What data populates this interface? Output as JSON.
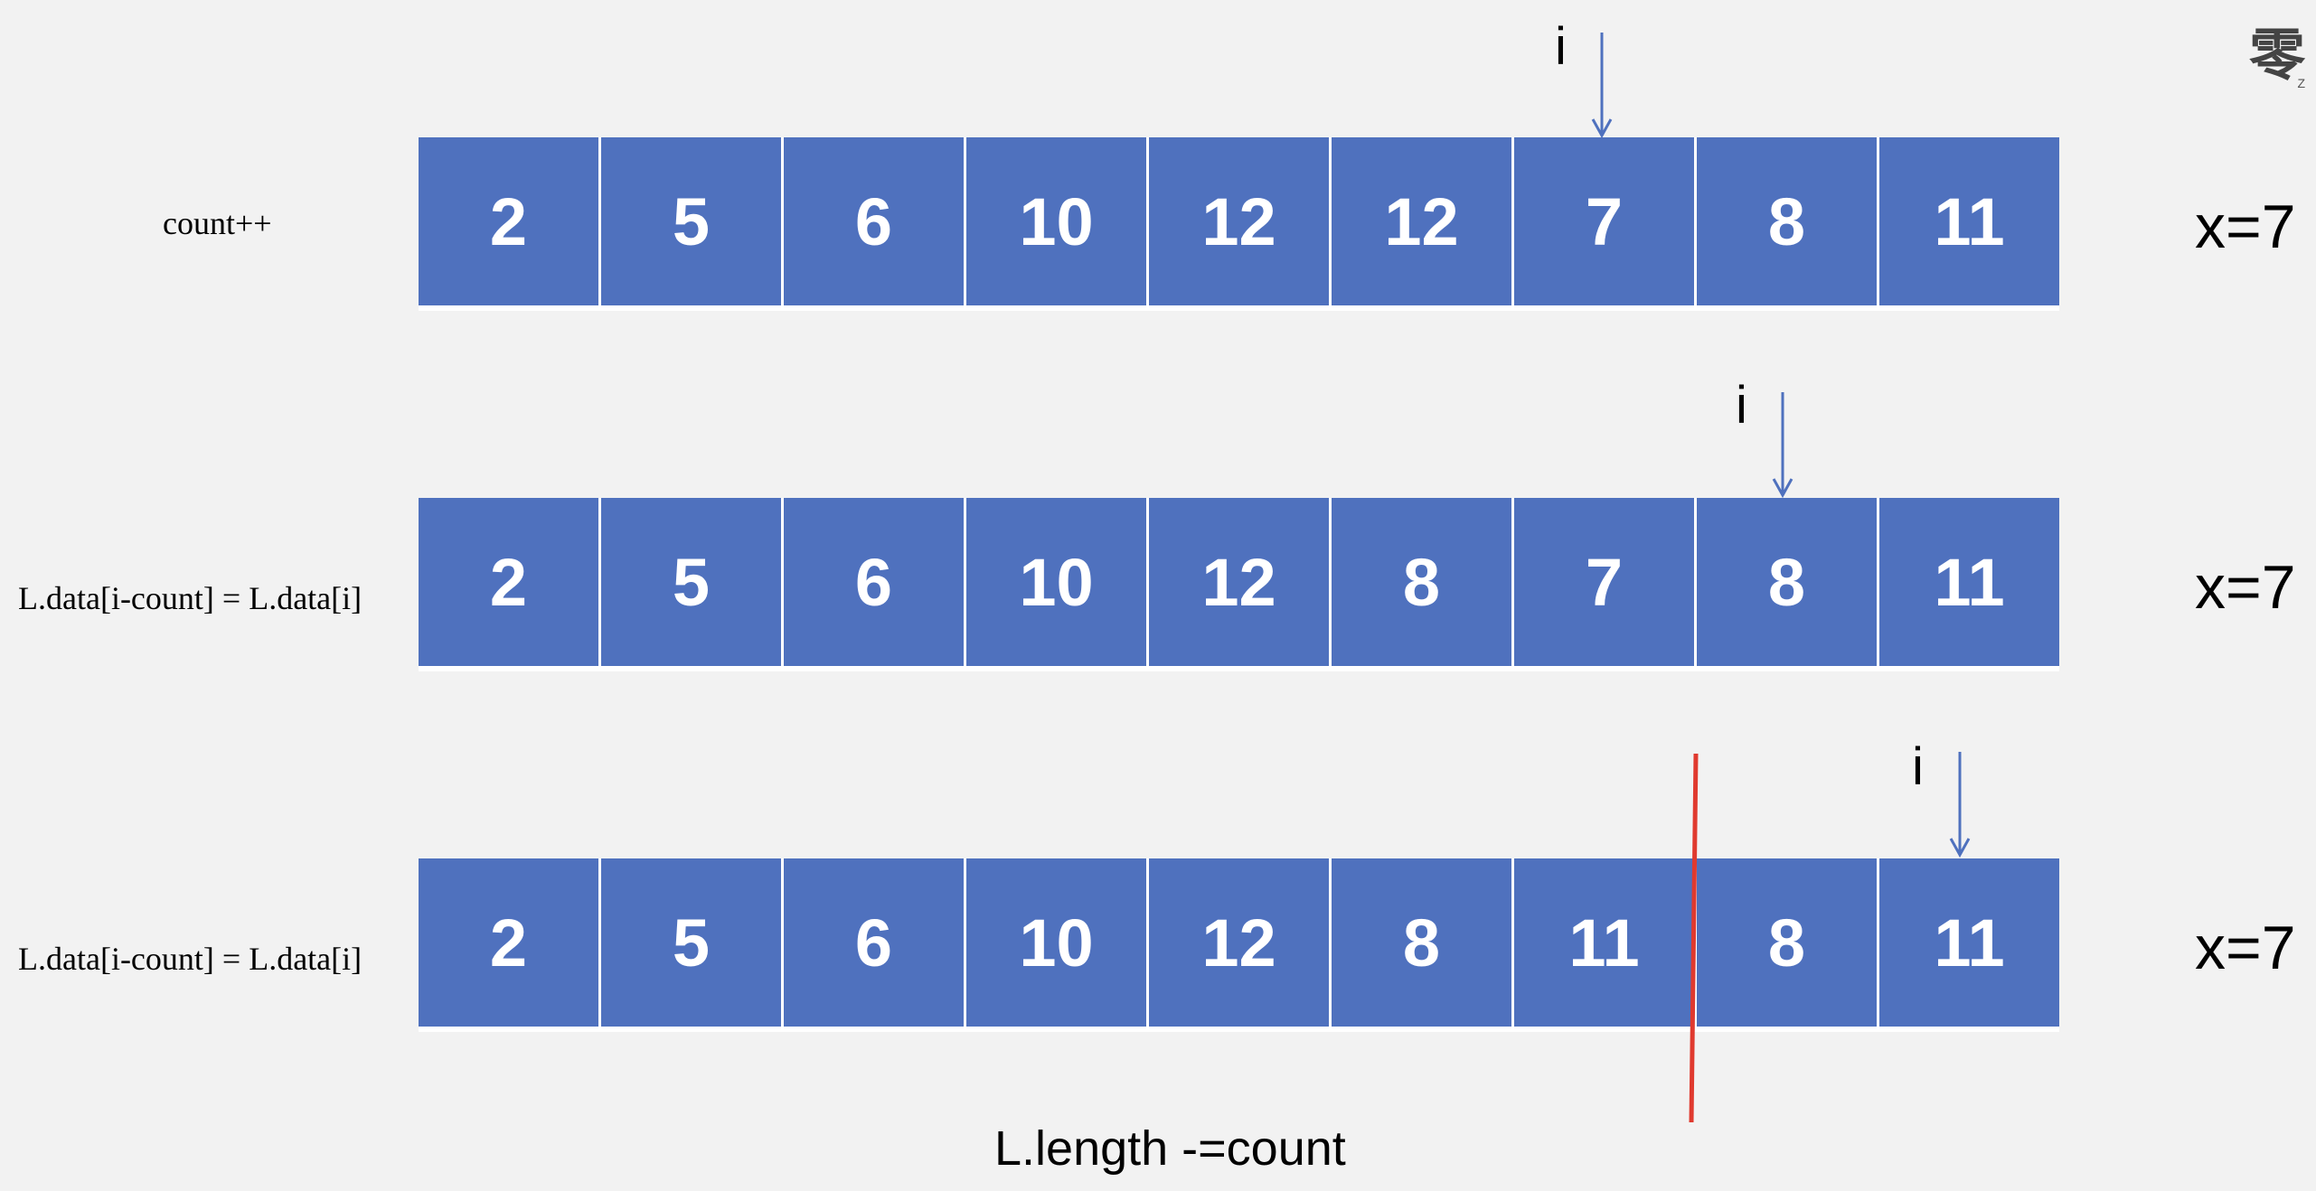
{
  "rows": [
    {
      "operation": "count++",
      "values": [
        "2",
        "5",
        "6",
        "10",
        "12",
        "12",
        "7",
        "8",
        "11"
      ],
      "pointer_label": "i",
      "pointer_index": 6,
      "x_label": "x=7"
    },
    {
      "operation": "L.data[i-count] = L.data[i]",
      "values": [
        "2",
        "5",
        "6",
        "10",
        "12",
        "8",
        "7",
        "8",
        "11"
      ],
      "pointer_label": "i",
      "pointer_index": 7,
      "x_label": "x=7"
    },
    {
      "operation": "L.data[i-count] = L.data[i]",
      "values": [
        "2",
        "5",
        "6",
        "10",
        "12",
        "8",
        "11",
        "8",
        "11"
      ],
      "pointer_label": "i",
      "pointer_index": 8,
      "x_label": "x=7"
    }
  ],
  "footer": "L.length -=count",
  "watermark": "零",
  "watermark_sub": "Z",
  "colors": {
    "cell": "#4f71be",
    "arrow": "#4f71be",
    "cut_line": "#e03a2f",
    "background": "#f2f2f2"
  }
}
